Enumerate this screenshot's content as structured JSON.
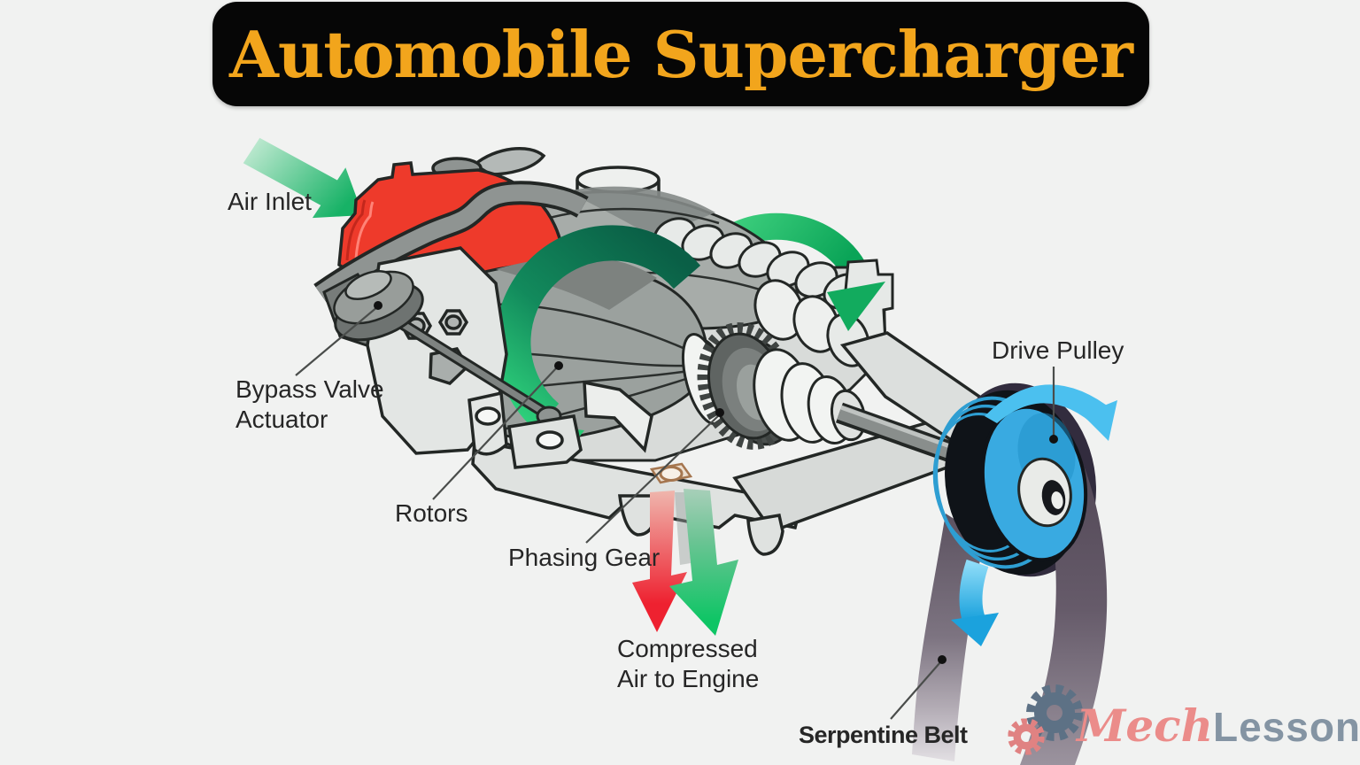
{
  "title": {
    "text": "Automobile Supercharger"
  },
  "banner": {
    "bg_color": "#060606",
    "text_color": "#F2A51C"
  },
  "labels": {
    "air_inlet": "Air Inlet",
    "bypass_line1": "Bypass Valve",
    "bypass_line2": "Actuator",
    "rotors": "Rotors",
    "phasing_gear": "Phasing Gear",
    "compressed_line1": "Compressed",
    "compressed_line2": "Air to Engine",
    "drive_pulley": "Drive Pulley",
    "serpentine_belt": "Serpentine Belt"
  },
  "logo": {
    "part1": "Mech",
    "part2": "Lesson",
    "part1_color": "#EB8C8A",
    "part2_color": "#8494A3",
    "gear_large_color": "#5D7185",
    "gear_small_color": "#E08282"
  },
  "colors": {
    "background": "#F1F2F1",
    "outline": "#232725",
    "housing_gray": "#E2E5E3",
    "rotor_gray": "#9BA19E",
    "bypass_red": "#EE3A2B",
    "flow_green": "#1CB468",
    "swirl_teal": "#0A5F46",
    "pulley_blue": "#39AAE1",
    "arrow_blue": "#45BDEE",
    "compressed_red": "#EE2130",
    "belt_purple": "#5E5361"
  }
}
